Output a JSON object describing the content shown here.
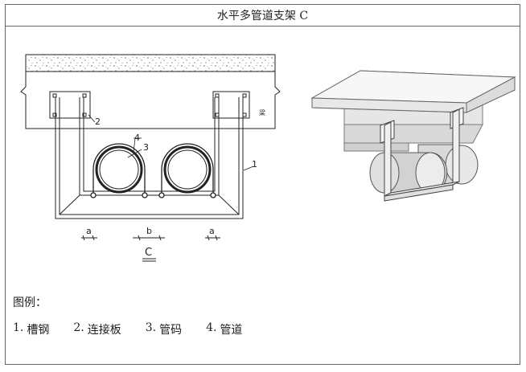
{
  "title": "水平多管道支架 C",
  "section_view": {
    "callouts": [
      "1",
      "2",
      "3",
      "4"
    ],
    "beam_label": "梁",
    "dimensions": [
      "a",
      "b",
      "a"
    ],
    "section_label": "C"
  },
  "legend": {
    "heading": "图例：",
    "items": [
      {
        "num": "1.",
        "label": "槽钢"
      },
      {
        "num": "2.",
        "label": "连接板"
      },
      {
        "num": "3.",
        "label": "管码"
      },
      {
        "num": "4.",
        "label": "管道"
      }
    ]
  }
}
